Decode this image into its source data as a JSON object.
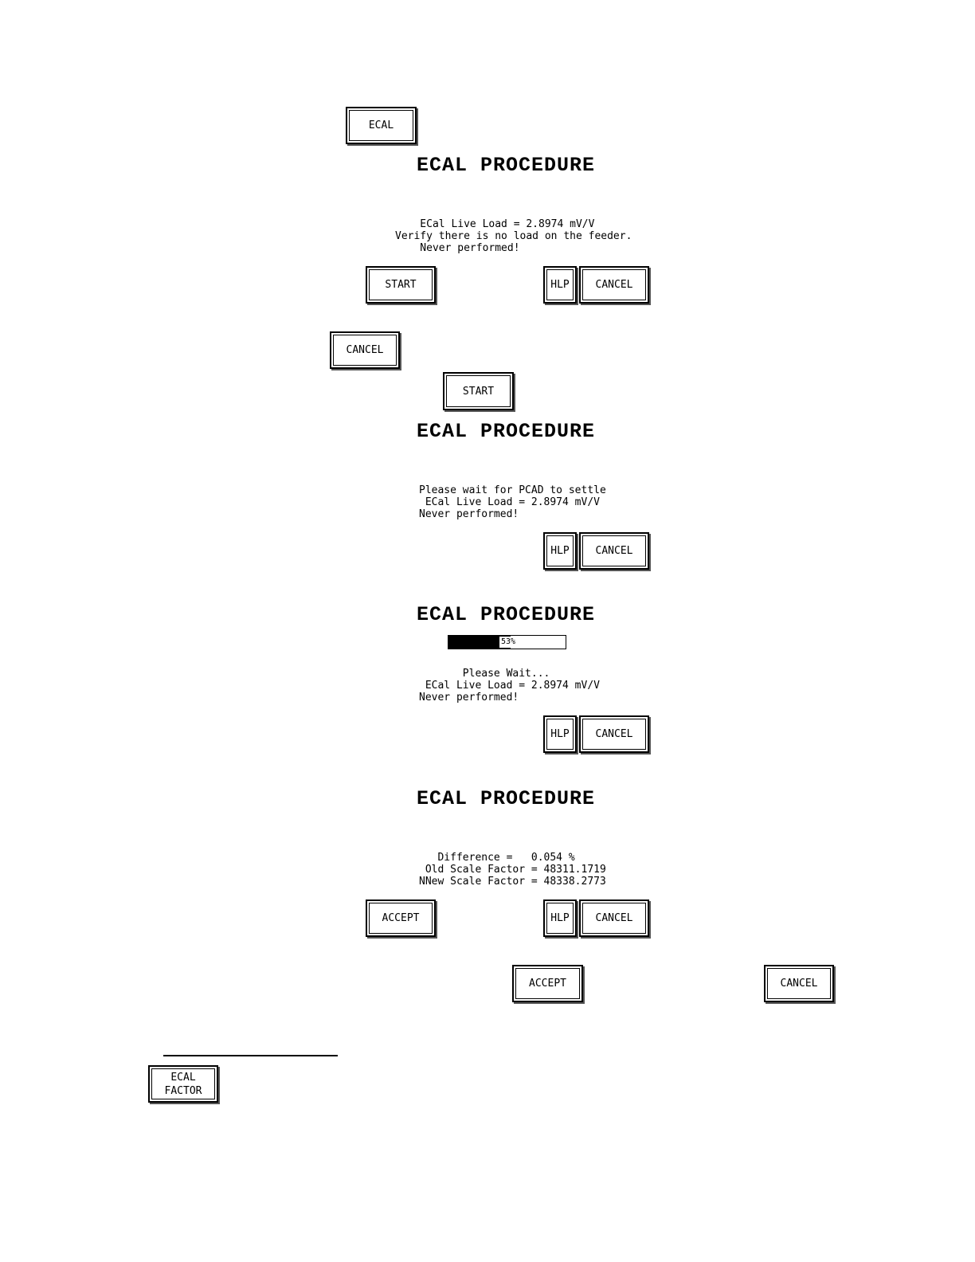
{
  "buttons": {
    "ecal": "ECAL",
    "start": "START",
    "hlp": "HLP",
    "cancel": "CANCEL",
    "accept": "ACCEPT",
    "ecal_factor": "ECAL\nFACTOR"
  },
  "screens": [
    {
      "title": "ECAL PROCEDURE",
      "lines": [
        "    ECal Live Load = 2.8974 mV/V",
        "Verify there is no load on the feeder.",
        "    Never performed!"
      ]
    },
    {
      "title": "ECAL PROCEDURE",
      "lines": [
        "Please wait for PCAD to settle",
        " ECal Live Load = 2.8974 mV/V",
        "Never performed!"
      ]
    },
    {
      "title": "ECAL PROCEDURE",
      "progress": {
        "percent": 53,
        "label": "53%"
      },
      "lines": [
        "       Please Wait...",
        " ECal Live Load = 2.8974 mV/V",
        "Never performed!"
      ]
    },
    {
      "title": "ECAL PROCEDURE",
      "lines": [
        "   Difference =   0.054 %",
        " Old Scale Factor = 48311.1719",
        "NNew Scale Factor = 48338.2773"
      ]
    }
  ]
}
